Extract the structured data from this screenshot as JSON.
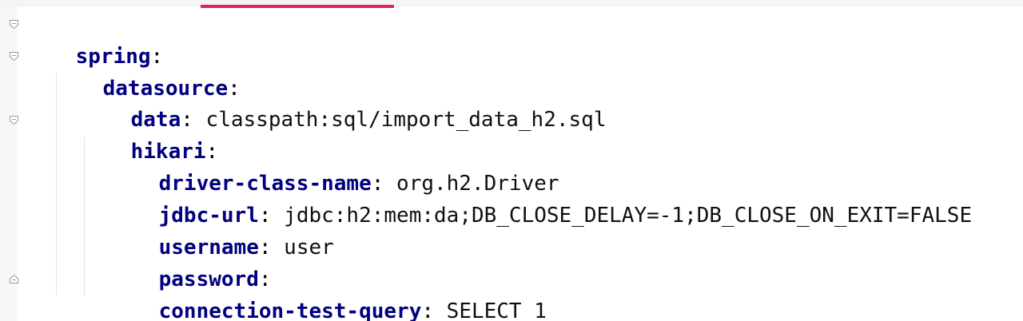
{
  "editor": {
    "lines": [
      {
        "key": "spring",
        "colon": ":",
        "value": ""
      },
      {
        "key": "datasource",
        "colon": ":",
        "value": ""
      },
      {
        "key": "data",
        "colon": ":",
        "value": " classpath:sql/import_data_h2.sql"
      },
      {
        "key": "hikari",
        "colon": ":",
        "value": ""
      },
      {
        "key": "driver-class-name",
        "colon": ":",
        "value": " org.h2.Driver"
      },
      {
        "key": "jdbc-url",
        "colon": ":",
        "value": " jdbc:h2:mem:da;DB_CLOSE_DELAY=-1;DB_CLOSE_ON_EXIT=FALSE"
      },
      {
        "key": "username",
        "colon": ":",
        "value": " user"
      },
      {
        "key": "password",
        "colon": ":",
        "value": ""
      },
      {
        "key": "connection-test-query",
        "colon": ":",
        "value": " SELECT 1"
      }
    ]
  },
  "colors": {
    "key": "#000080",
    "tab_indicator": "#e0245e"
  },
  "icons": [
    "fold-open-icon",
    "fold-end-icon"
  ]
}
